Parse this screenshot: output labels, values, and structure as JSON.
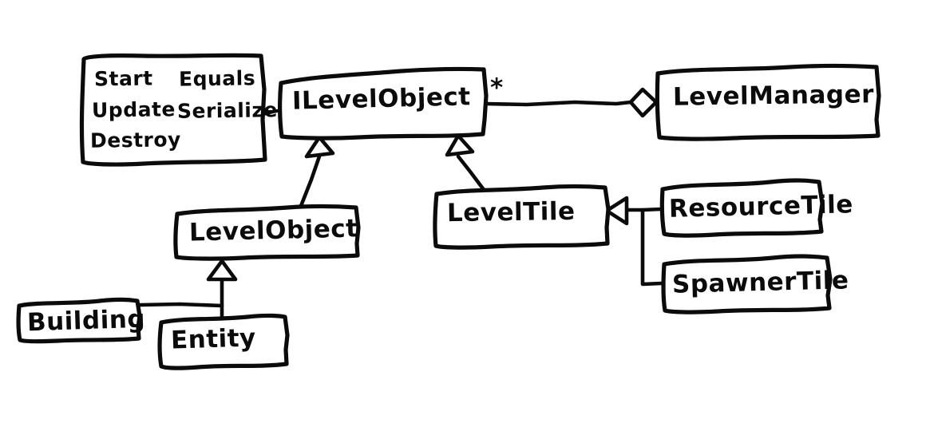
{
  "diagram": {
    "kind": "hand-drawn UML class diagram",
    "background_color": "#ffffff",
    "ink_color": "#0b0b0b",
    "methods_note": {
      "column_one": [
        "Start",
        "Update",
        "Destroy"
      ],
      "column_two": [
        "Equals",
        "Serialize"
      ],
      "lines": [
        {
          "left": "Start",
          "right": "Equals"
        },
        {
          "left": "Update",
          "right": "Serialize"
        },
        {
          "left": "Destroy",
          "right": ""
        }
      ]
    },
    "classes": [
      {
        "id": "ilevelobject",
        "name": "ILevelObject"
      },
      {
        "id": "levelmanager",
        "name": "LevelManager"
      },
      {
        "id": "levelobject",
        "name": "LevelObject"
      },
      {
        "id": "leveltile",
        "name": "LevelTile"
      },
      {
        "id": "resourcetile",
        "name": "ResourceTile"
      },
      {
        "id": "spawnertile",
        "name": "SpawnerTile"
      },
      {
        "id": "building",
        "name": "Building"
      },
      {
        "id": "entity",
        "name": "Entity"
      }
    ],
    "multiplicity_marker": "*",
    "relationships": [
      {
        "from": "LevelManager",
        "to": "ILevelObject",
        "type": "aggregation",
        "multiplicity": "*"
      },
      {
        "from": "LevelObject",
        "to": "ILevelObject",
        "type": "inheritance"
      },
      {
        "from": "LevelTile",
        "to": "ILevelObject",
        "type": "inheritance"
      },
      {
        "from": "ResourceTile",
        "to": "LevelTile",
        "type": "inheritance"
      },
      {
        "from": "SpawnerTile",
        "to": "LevelTile",
        "type": "inheritance"
      },
      {
        "from": "Building",
        "to": "LevelObject",
        "type": "inheritance"
      },
      {
        "from": "Entity",
        "to": "LevelObject",
        "type": "inheritance"
      },
      {
        "from": "ILevelObject",
        "to": "methods-note",
        "type": "note-link"
      }
    ]
  }
}
